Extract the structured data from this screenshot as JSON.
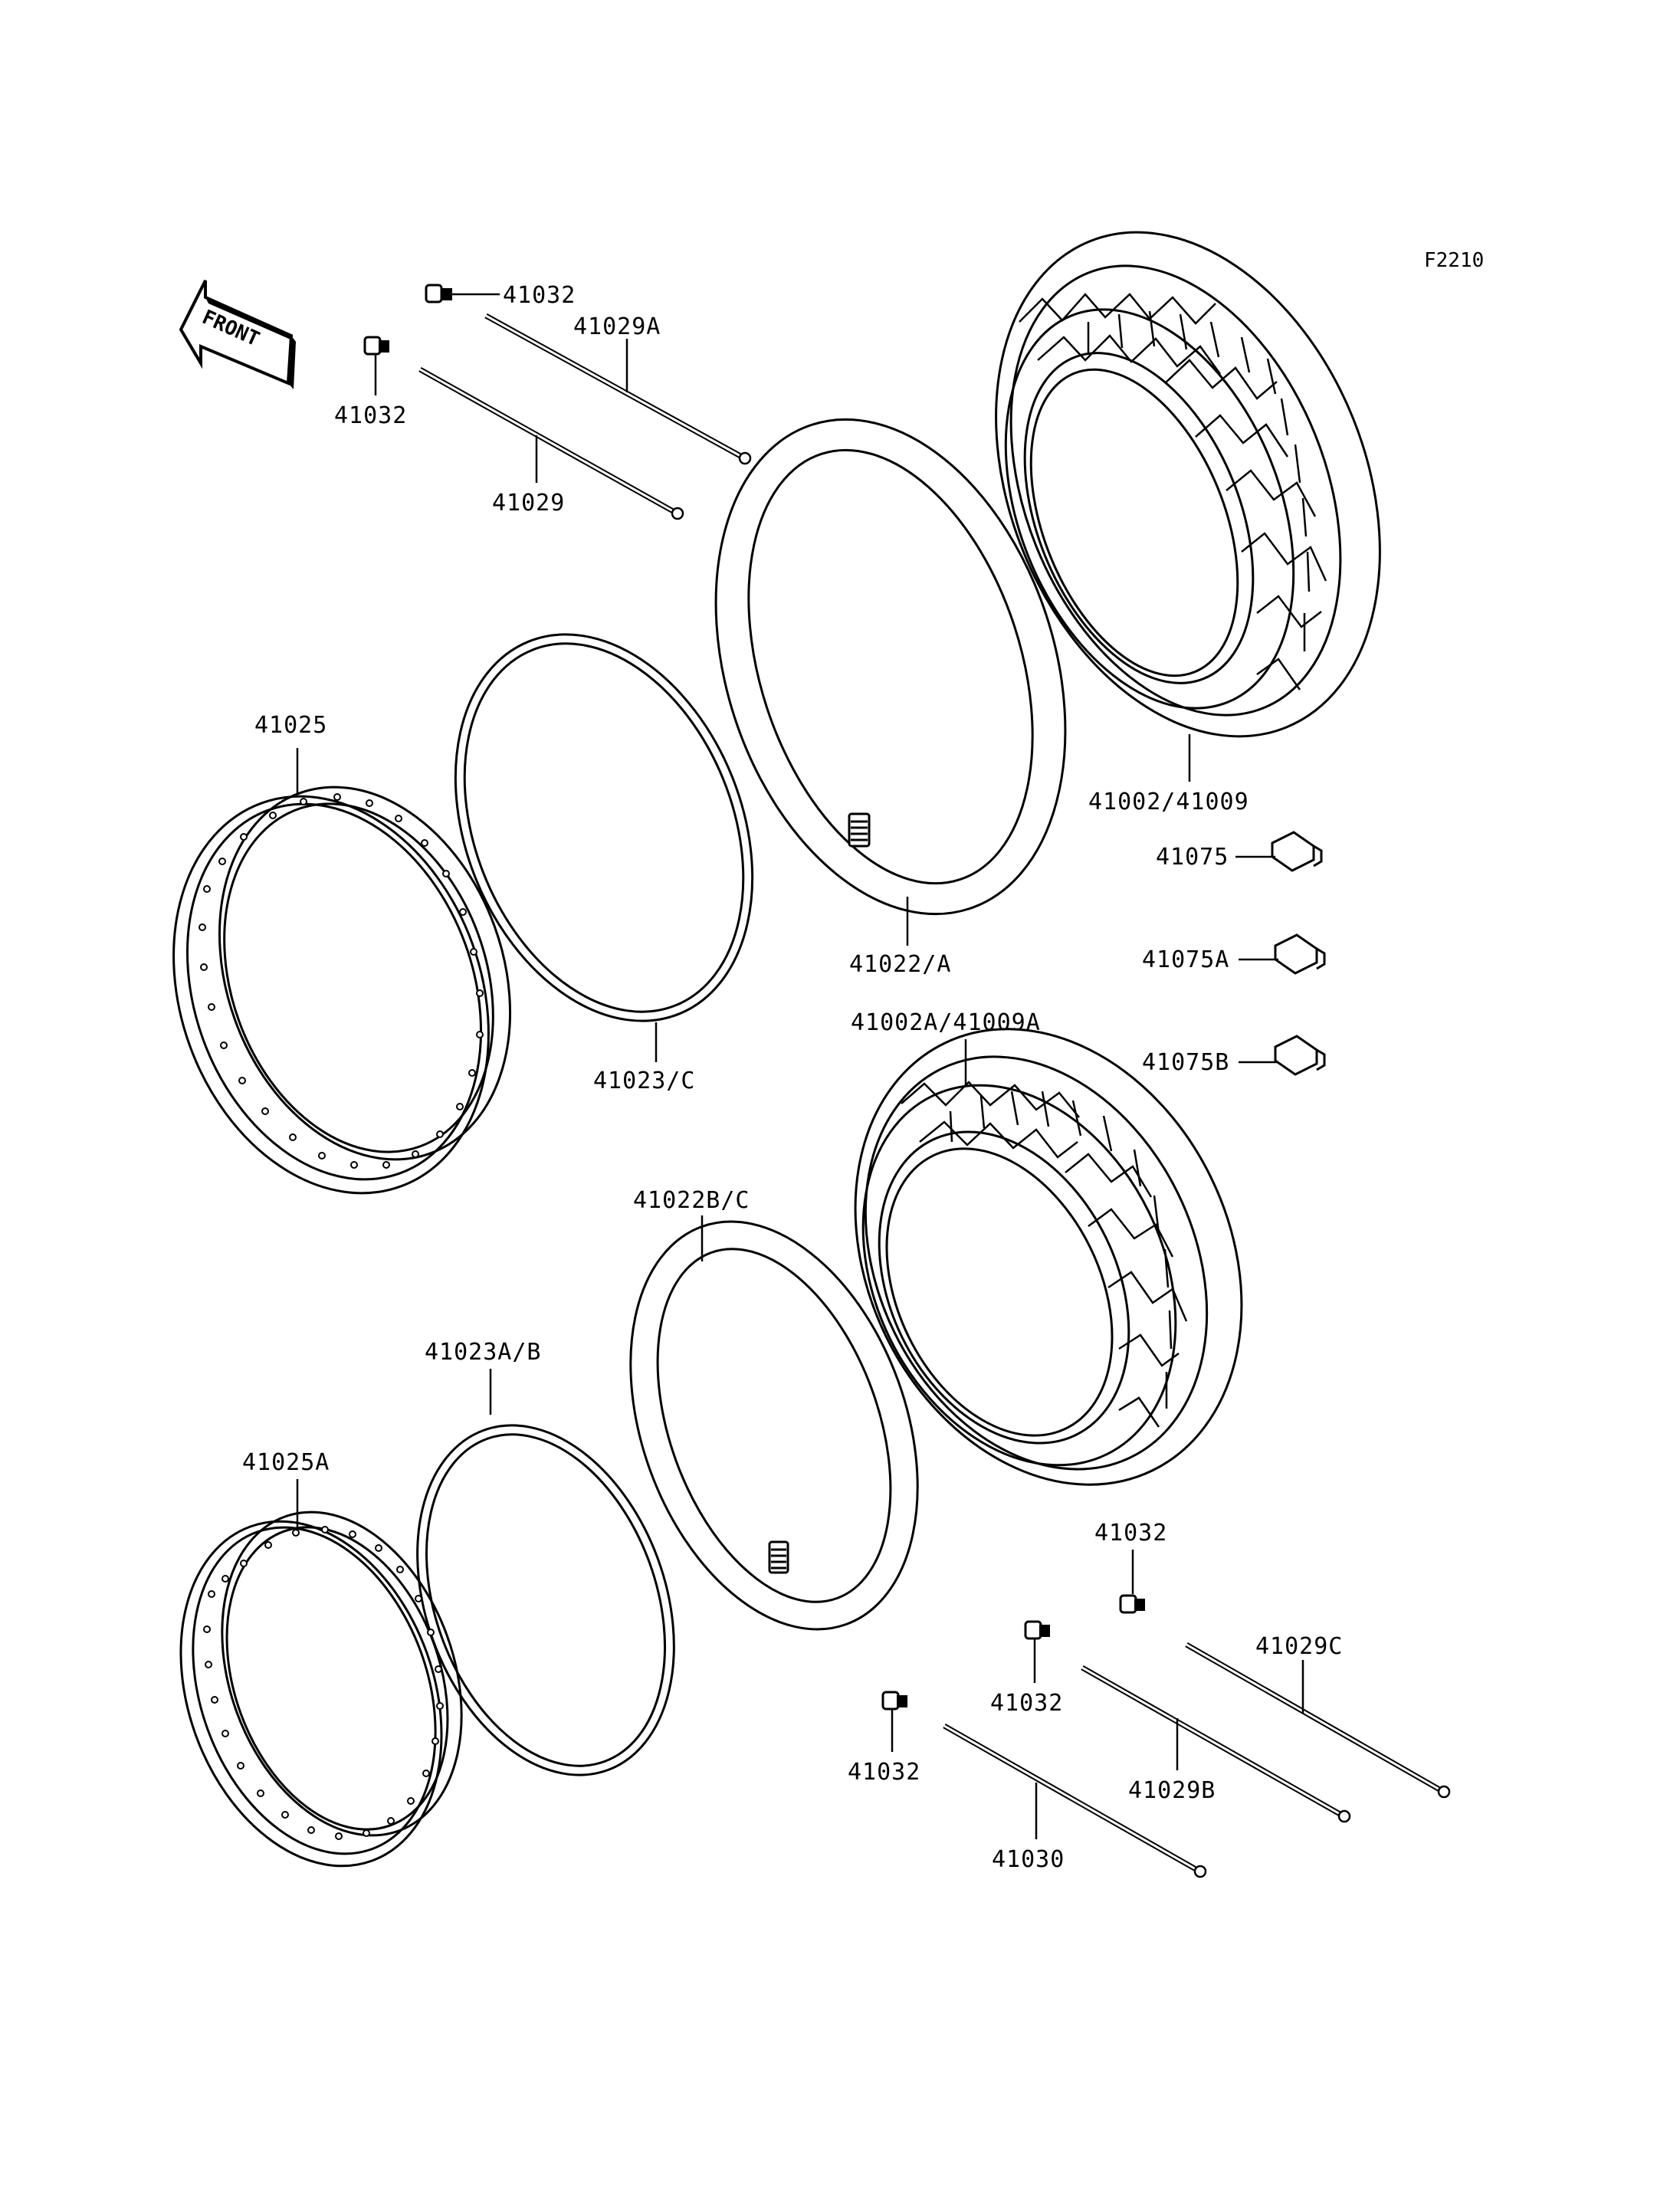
{
  "diagram": {
    "figure_code": "F2210",
    "front_label": "FRONT",
    "colors": {
      "ink": "#000000",
      "paper": "#ffffff"
    },
    "labels": {
      "spoke_nipple_top_right": "41032",
      "spoke_nipple_top_left": "41032",
      "spoke_a": "41029A",
      "spoke": "41029",
      "front_tire": "41002/41009",
      "front_rim": "41025",
      "front_rim_band": "41023/C",
      "front_tube": "41022/A",
      "balance_weight": "41075",
      "balance_weight_a": "41075A",
      "balance_weight_b": "41075B",
      "rear_tire": "41002A/41009A",
      "rear_tube": "41022B/C",
      "rear_rim_band": "41023A/B",
      "rear_rim": "41025A",
      "spoke_nipple_bottom_right": "41032",
      "spoke_nipple_bottom_mid": "41032",
      "spoke_nipple_bottom_left": "41032",
      "spoke_c": "41029C",
      "spoke_b": "41029B",
      "spoke_rear": "41030"
    }
  }
}
